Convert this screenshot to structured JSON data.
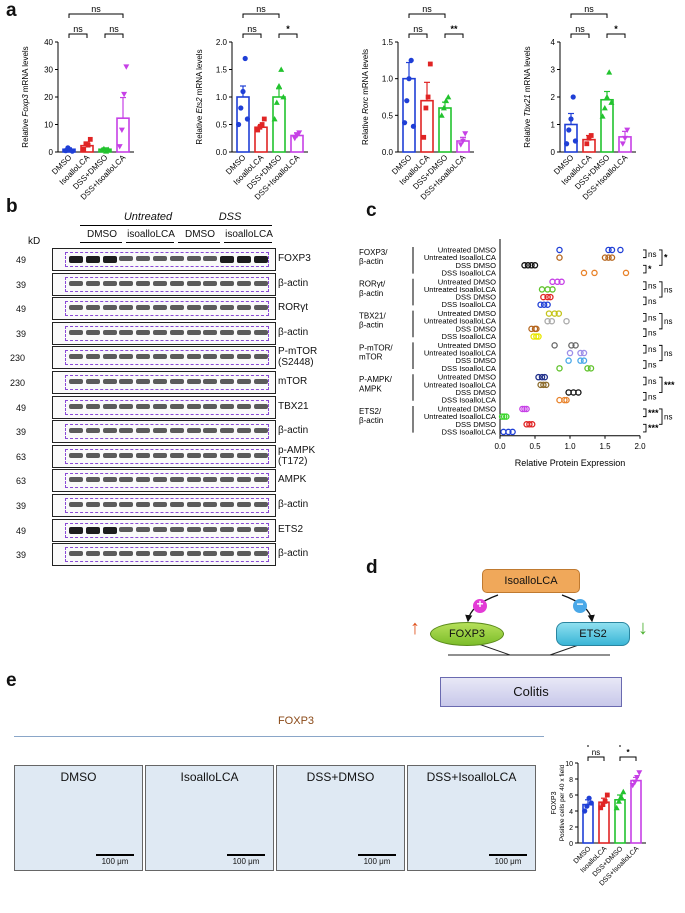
{
  "panels": {
    "a": "a",
    "b": "b",
    "c": "c",
    "d": "d",
    "e": "e"
  },
  "panel_a": {
    "ns_label": "ns",
    "x_categories": [
      "DMSO",
      "IsoalloLCA",
      "DSS+DMSO",
      "DSS+IsoalloLCA"
    ],
    "charts": [
      {
        "ylabel_prefix": "Relative ",
        "gene": "Foxp3",
        "ylabel_suffix": " mRNA levels",
        "ylim": [
          0,
          40
        ],
        "yticks": [
          "0",
          "10",
          "20",
          "30",
          "40"
        ],
        "colors": [
          "#1f3fd6",
          "#e02424",
          "#22c32e",
          "#c640e6"
        ],
        "means": [
          1.0,
          2.3,
          1.0,
          12.3
        ],
        "errors": [
          0.5,
          1.3,
          0.5,
          7.5
        ],
        "points": [
          [
            0.5,
            1.5,
            0.8,
            0.3
          ],
          [
            1.0,
            3.0,
            2.5,
            4.6
          ],
          [
            0.7,
            1.2,
            0.3,
            0.9
          ],
          [
            2.0,
            8.0,
            21.0,
            31.0
          ]
        ],
        "sig": [
          {
            "a": 0,
            "b": 3,
            "label": "ns",
            "level": 2
          },
          {
            "a": 0,
            "b": 1,
            "label": "ns",
            "level": 1
          },
          {
            "a": 2,
            "b": 3,
            "label": "ns",
            "level": 1
          }
        ]
      },
      {
        "ylabel_prefix": "Relative ",
        "gene": "Ets2",
        "ylabel_suffix": " mRNA levels",
        "ylim": [
          0,
          2.0
        ],
        "yticks": [
          "0.0",
          "0.5",
          "1.0",
          "1.5",
          "2.0"
        ],
        "colors": [
          "#1f3fd6",
          "#e02424",
          "#22c32e",
          "#c640e6"
        ],
        "means": [
          1.0,
          0.45,
          1.0,
          0.3
        ],
        "errors": [
          0.2,
          0.05,
          0.15,
          0.05
        ],
        "points": [
          [
            0.5,
            0.8,
            1.1,
            1.7,
            0.6
          ],
          [
            0.4,
            0.45,
            0.5,
            0.6
          ],
          [
            0.6,
            0.9,
            1.2,
            1.5,
            1.0
          ],
          [
            0.25,
            0.3,
            0.35
          ]
        ],
        "sig": [
          {
            "a": 0,
            "b": 2,
            "label": "ns",
            "level": 2
          },
          {
            "a": 0,
            "b": 1,
            "label": "ns",
            "level": 1
          },
          {
            "a": 2,
            "b": 3,
            "label": "*",
            "level": 1
          }
        ]
      },
      {
        "ylabel_prefix": "Relative ",
        "gene": "Rorc",
        "ylabel_suffix": " mRNA levels",
        "ylim": [
          0,
          1.5
        ],
        "yticks": [
          "0.0",
          "0.5",
          "1.0",
          "1.5"
        ],
        "colors": [
          "#1f3fd6",
          "#e02424",
          "#22c32e",
          "#c640e6"
        ],
        "means": [
          1.0,
          0.7,
          0.6,
          0.15
        ],
        "errors": [
          0.22,
          0.25,
          0.08,
          0.05
        ],
        "points": [
          [
            0.4,
            0.7,
            1.0,
            1.25,
            0.35
          ],
          [
            0.2,
            0.6,
            0.75,
            1.2
          ],
          [
            0.5,
            0.6,
            0.7,
            0.75
          ],
          [
            0.1,
            0.15,
            0.25
          ]
        ],
        "sig": [
          {
            "a": 0,
            "b": 2,
            "label": "ns",
            "level": 2
          },
          {
            "a": 0,
            "b": 1,
            "label": "ns",
            "level": 1
          },
          {
            "a": 2,
            "b": 3,
            "label": "**",
            "level": 1
          }
        ]
      },
      {
        "ylabel_prefix": "Relative ",
        "gene": "Tbx21",
        "ylabel_suffix": " mRNA levels",
        "ylim": [
          0,
          4
        ],
        "yticks": [
          "0",
          "1",
          "2",
          "3",
          "4"
        ],
        "colors": [
          "#1f3fd6",
          "#e02424",
          "#22c32e",
          "#c640e6"
        ],
        "means": [
          1.0,
          0.45,
          1.9,
          0.55
        ],
        "errors": [
          0.4,
          0.15,
          0.3,
          0.2
        ],
        "points": [
          [
            0.3,
            0.8,
            1.2,
            2.0,
            0.4
          ],
          [
            0.3,
            0.5,
            0.6
          ],
          [
            1.3,
            1.6,
            2.0,
            2.9,
            1.8
          ],
          [
            0.3,
            0.5,
            0.8
          ]
        ],
        "sig": [
          {
            "a": 0,
            "b": 2,
            "label": "ns",
            "level": 2
          },
          {
            "a": 0,
            "b": 1,
            "label": "ns",
            "level": 1
          },
          {
            "a": 2,
            "b": 3,
            "label": "*",
            "level": 1
          }
        ]
      }
    ]
  },
  "panel_b": {
    "header_untreated": "Untreated",
    "header_dss": "DSS",
    "lane_groups": [
      "DMSO",
      "isoalloLCA",
      "DMSO",
      "isoalloLCA"
    ],
    "kd": "kD",
    "blots": [
      {
        "kd": "49",
        "label": "FOXP3"
      },
      {
        "kd": "39",
        "label": "β-actin"
      },
      {
        "kd": "49",
        "label": "RORγt"
      },
      {
        "kd": "39",
        "label": "β-actin"
      },
      {
        "kd": "230",
        "label": "P-mTOR",
        "label2": "(S2448)"
      },
      {
        "kd": "230",
        "label": "mTOR"
      },
      {
        "kd": "49",
        "label": "TBX21"
      },
      {
        "kd": "39",
        "label": "β-actin"
      },
      {
        "kd": "63",
        "label": "p-AMPK",
        "label2": "(T172)"
      },
      {
        "kd": "63",
        "label": "AMPK"
      },
      {
        "kd": "39",
        "label": "β-actin"
      },
      {
        "kd": "49",
        "label": "ETS2"
      },
      {
        "kd": "39",
        "label": "β-actin"
      }
    ]
  },
  "chart_data": {
    "type": "scatter",
    "xlabel": "Relative Protein Expression",
    "xlim": [
      0.0,
      2.0
    ],
    "xticks": [
      "0.0",
      "0.5",
      "1.0",
      "1.5",
      "2.0"
    ],
    "groups": [
      {
        "name": "FOXP3/",
        "name2": "β-actin",
        "rows": [
          {
            "label": "Untreated DMSO",
            "color": "#1f3fd6",
            "values": [
              0.85,
              1.55,
              1.6,
              1.72
            ]
          },
          {
            "label": "Untreated IsoalloLCA",
            "color": "#b5651d",
            "values": [
              0.85,
              1.5,
              1.55,
              1.6
            ]
          },
          {
            "label": "DSS DMSO",
            "color": "#111111",
            "values": [
              0.35,
              0.4,
              0.45,
              0.5
            ]
          },
          {
            "label": "DSS IsoalloLCA",
            "color": "#e8822a",
            "values": [
              1.2,
              1.35,
              1.8
            ]
          }
        ],
        "sig": [
          {
            "label": "ns",
            "rows": [
              0,
              1
            ]
          },
          {
            "label": "*",
            "rows": [
              0,
              2
            ]
          },
          {
            "label": "*",
            "rows": [
              2,
              3
            ]
          }
        ]
      },
      {
        "name": "RORγt/",
        "name2": "β-actin",
        "rows": [
          {
            "label": "Untreated DMSO",
            "color": "#c640e6",
            "values": [
              0.75,
              0.82,
              0.88
            ]
          },
          {
            "label": "Untreated IsoalloLCA",
            "color": "#5fc22a",
            "values": [
              0.6,
              0.68,
              0.75
            ]
          },
          {
            "label": "DSS DMSO",
            "color": "#e02424",
            "values": [
              0.62,
              0.68,
              0.72
            ]
          },
          {
            "label": "DSS IsoalloLCA",
            "color": "#1f3fd6",
            "values": [
              0.58,
              0.63,
              0.68
            ]
          }
        ],
        "sig": [
          {
            "label": "ns",
            "rows": [
              0,
              1
            ]
          },
          {
            "label": "ns",
            "rows": [
              0,
              2
            ]
          },
          {
            "label": "ns",
            "rows": [
              2,
              3
            ]
          }
        ]
      },
      {
        "name": "TBX21/",
        "name2": "β-actin",
        "rows": [
          {
            "label": "Untreated DMSO",
            "color": "#c4c41a",
            "values": [
              0.7,
              0.78,
              0.84
            ]
          },
          {
            "label": "Untreated IsoalloLCA",
            "color": "#aaaaaa",
            "values": [
              0.68,
              0.74,
              0.95
            ]
          },
          {
            "label": "DSS DMSO",
            "color": "#b5651d",
            "values": [
              0.45,
              0.5,
              0.52
            ]
          },
          {
            "label": "DSS IsoalloLCA",
            "color": "#e8e800",
            "values": [
              0.48,
              0.52,
              0.55
            ]
          }
        ],
        "sig": [
          {
            "label": "ns",
            "rows": [
              0,
              1
            ]
          },
          {
            "label": "ns",
            "rows": [
              0,
              2
            ]
          },
          {
            "label": "ns",
            "rows": [
              2,
              3
            ]
          }
        ]
      },
      {
        "name": "P-mTOR/",
        "name2": "mTOR",
        "rows": [
          {
            "label": "Untreated DMSO",
            "color": "#666666",
            "values": [
              0.78,
              1.02,
              1.08
            ]
          },
          {
            "label": "Untreated IsoalloLCA",
            "color": "#9c8ee8",
            "values": [
              1.0,
              1.15,
              1.2
            ]
          },
          {
            "label": "DSS DMSO",
            "color": "#4aa8e8",
            "values": [
              0.98,
              1.15,
              1.2
            ]
          },
          {
            "label": "DSS IsoalloLCA",
            "color": "#5fc22a",
            "values": [
              0.85,
              1.25,
              1.3
            ]
          }
        ],
        "sig": [
          {
            "label": "ns",
            "rows": [
              0,
              1
            ]
          },
          {
            "label": "ns",
            "rows": [
              0,
              2
            ]
          },
          {
            "label": "ns",
            "rows": [
              2,
              3
            ]
          }
        ]
      },
      {
        "name": "P-AMPK/",
        "name2": "AMPK",
        "rows": [
          {
            "label": "Untreated DMSO",
            "color": "#1f2f8a",
            "values": [
              0.55,
              0.6,
              0.64
            ]
          },
          {
            "label": "Untreated IsoalloLCA",
            "color": "#8a6a2a",
            "values": [
              0.58,
              0.62,
              0.66
            ]
          },
          {
            "label": "DSS DMSO",
            "color": "#111111",
            "values": [
              0.98,
              1.05,
              1.12
            ]
          },
          {
            "label": "DSS IsoalloLCA",
            "color": "#e8822a",
            "values": [
              0.85,
              0.92,
              0.95
            ]
          }
        ],
        "sig": [
          {
            "label": "ns",
            "rows": [
              0,
              1
            ]
          },
          {
            "label": "***",
            "rows": [
              0,
              2
            ]
          },
          {
            "label": "ns",
            "rows": [
              2,
              3
            ]
          }
        ]
      },
      {
        "name": "ETS2/",
        "name2": "β-actin",
        "rows": [
          {
            "label": "Untreated DMSO",
            "color": "#c640e6",
            "values": [
              0.32,
              0.35,
              0.38
            ]
          },
          {
            "label": "Untreated IsoalloLCA",
            "color": "#3ad62a",
            "values": [
              0.03,
              0.06,
              0.09
            ]
          },
          {
            "label": "DSS DMSO",
            "color": "#e02424",
            "values": [
              0.38,
              0.42,
              0.46
            ]
          },
          {
            "label": "DSS IsoalloLCA",
            "color": "#1f3fd6",
            "values": [
              0.05,
              0.12,
              0.18
            ]
          }
        ],
        "sig": [
          {
            "label": "***",
            "rows": [
              0,
              1
            ]
          },
          {
            "label": "ns",
            "rows": [
              0,
              2
            ]
          },
          {
            "label": "***",
            "rows": [
              2,
              3
            ]
          }
        ]
      }
    ]
  },
  "panel_d": {
    "compound": "IsoalloLCA",
    "plus": "+",
    "minus": "−",
    "left_target": "FOXP3",
    "right_target": "ETS2",
    "outcome": "Colitis",
    "up_arrow": "↑",
    "down_arrow": "↓"
  },
  "panel_e": {
    "stain_title": "FOXP3",
    "images": [
      "DMSO",
      "IsoalloLCA",
      "DSS+DMSO",
      "DSS+IsoalloLCA"
    ],
    "scale_bar": "100 μm",
    "plot": {
      "ylabel1": "FOXP3",
      "ylabel2": "Positive cells per 40 x field",
      "ylim": [
        0,
        10
      ],
      "yticks": [
        "0",
        "2",
        "4",
        "6",
        "8",
        "10"
      ],
      "x_categories": [
        "DMSO",
        "IsoalloLCA",
        "DSS+DMSO",
        "DSS+IsoalloLCA"
      ],
      "colors": [
        "#1f3fd6",
        "#e02424",
        "#22c32e",
        "#c640e6"
      ],
      "means": [
        4.8,
        5.1,
        5.4,
        7.8
      ],
      "errors": [
        0.6,
        0.5,
        0.6,
        0.4
      ],
      "points": [
        [
          4.0,
          4.6,
          5.6,
          5.0
        ],
        [
          4.4,
          4.8,
          5.2,
          6.0
        ],
        [
          4.4,
          5.2,
          5.8,
          6.4
        ],
        [
          7.2,
          7.6,
          8.2,
          8.8
        ]
      ],
      "sig": [
        {
          "a": 0,
          "b": 2,
          "label": "ns",
          "level": 2
        },
        {
          "a": 0,
          "b": 1,
          "label": "ns",
          "level": 1
        },
        {
          "a": 2,
          "b": 3,
          "label": "*",
          "level": 1
        }
      ]
    }
  }
}
